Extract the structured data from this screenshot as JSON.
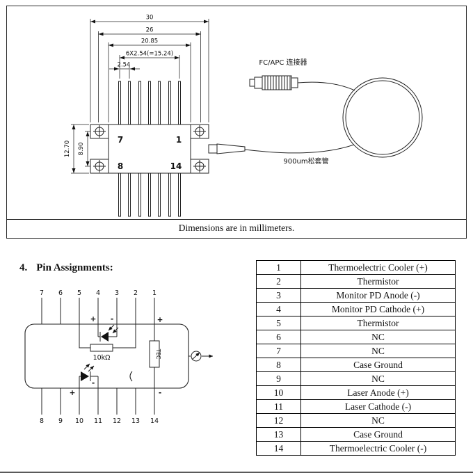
{
  "drawing": {
    "caption": "Dimensions are in millimeters.",
    "connector_label": "FC/APC 连接器",
    "fiber_label": "900um松套管",
    "dims": {
      "overall": "30",
      "mid": "26",
      "body": "20.85",
      "pin_span": "6X2.54(=15.24)",
      "pitch": "2.54",
      "height_outer": "12.70",
      "height_body": "8.90"
    },
    "package_pins": {
      "top_left": "7",
      "top_right": "1",
      "bottom_left": "8",
      "bottom_right": "14"
    }
  },
  "section": {
    "number": "4.",
    "title": "Pin Assignments:"
  },
  "schematic": {
    "top_pins": [
      "7",
      "6",
      "5",
      "4",
      "3",
      "2",
      "1"
    ],
    "bottom_pins": [
      "8",
      "9",
      "10",
      "11",
      "12",
      "13",
      "14"
    ],
    "resistor_label": "10kΩ",
    "tec_label": "TEC",
    "marks": {
      "pd_plus": "+",
      "pd_minus": "-",
      "tec_plus": "+",
      "tec_minus": "-",
      "ld_plus": "+",
      "ld_minus": "-"
    }
  },
  "pin_table": {
    "rows": [
      {
        "pin": "1",
        "assignment": "Thermoelectric Cooler (+)"
      },
      {
        "pin": "2",
        "assignment": "Thermistor"
      },
      {
        "pin": "3",
        "assignment": "Monitor PD Anode (-)"
      },
      {
        "pin": "4",
        "assignment": "Monitor PD Cathode (+)"
      },
      {
        "pin": "5",
        "assignment": "Thermistor"
      },
      {
        "pin": "6",
        "assignment": "NC"
      },
      {
        "pin": "7",
        "assignment": "NC"
      },
      {
        "pin": "8",
        "assignment": "Case Ground"
      },
      {
        "pin": "9",
        "assignment": "NC"
      },
      {
        "pin": "10",
        "assignment": "Laser Anode (+)"
      },
      {
        "pin": "11",
        "assignment": "Laser Cathode (-)"
      },
      {
        "pin": "12",
        "assignment": "NC"
      },
      {
        "pin": "13",
        "assignment": "Case Ground"
      },
      {
        "pin": "14",
        "assignment": "Thermoelectric Cooler (-)"
      }
    ]
  }
}
